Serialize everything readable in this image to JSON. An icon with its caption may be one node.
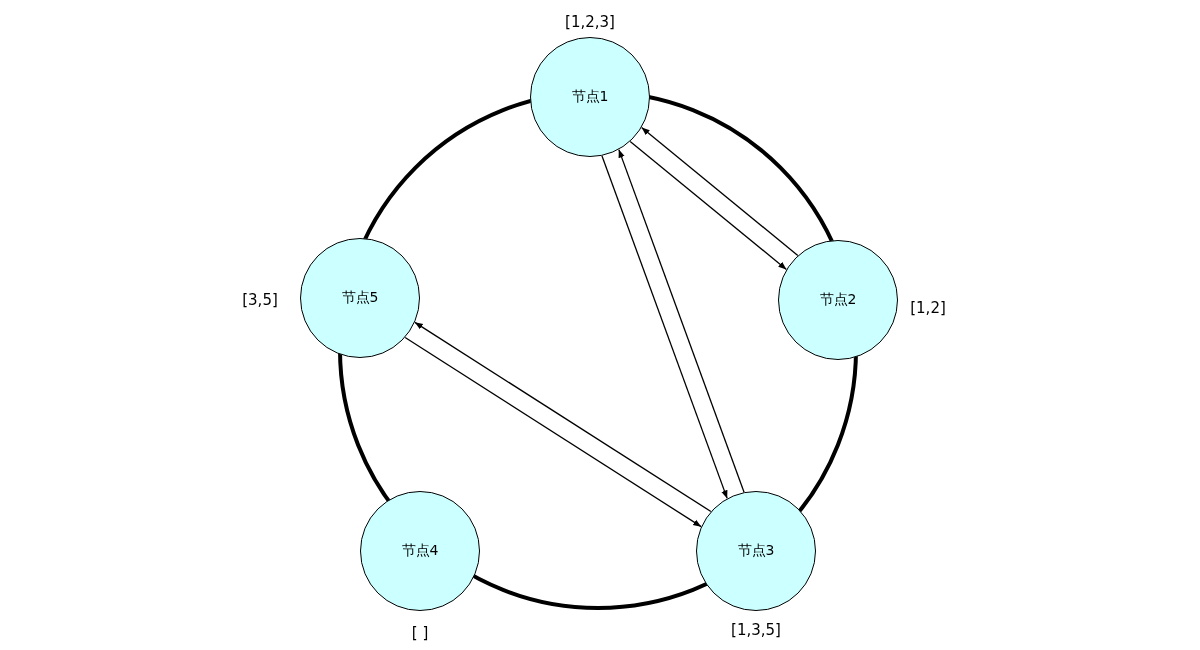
{
  "diagram": {
    "nodes": [
      {
        "text": [
          "节点1"
        ],
        "beside": [
          "[1,2,3]"
        ]
      },
      {
        "text": [
          "节点2"
        ],
        "beside": [
          "[1,2]"
        ]
      },
      {
        "text": [
          "节点3"
        ],
        "beside": [
          "[1,3,5]"
        ]
      },
      {
        "text": [
          "节点4"
        ],
        "beside": [
          "[ ]"
        ]
      },
      {
        "text": [
          "节点5"
        ],
        "beside": [
          "[3,5]"
        ]
      }
    ],
    "edges": [
      {
        "from": 0,
        "to": 1,
        "arrow": "to"
      },
      {
        "from": 1,
        "to": 0,
        "arrow": "to"
      },
      {
        "from": 0,
        "to": 2,
        "arrow": "to"
      },
      {
        "from": 2,
        "to": 0,
        "arrow": "to"
      },
      {
        "from": 4,
        "to": 2,
        "arrow": "to"
      },
      {
        "from": 2,
        "to": 4,
        "arrow": "to"
      }
    ]
  }
}
